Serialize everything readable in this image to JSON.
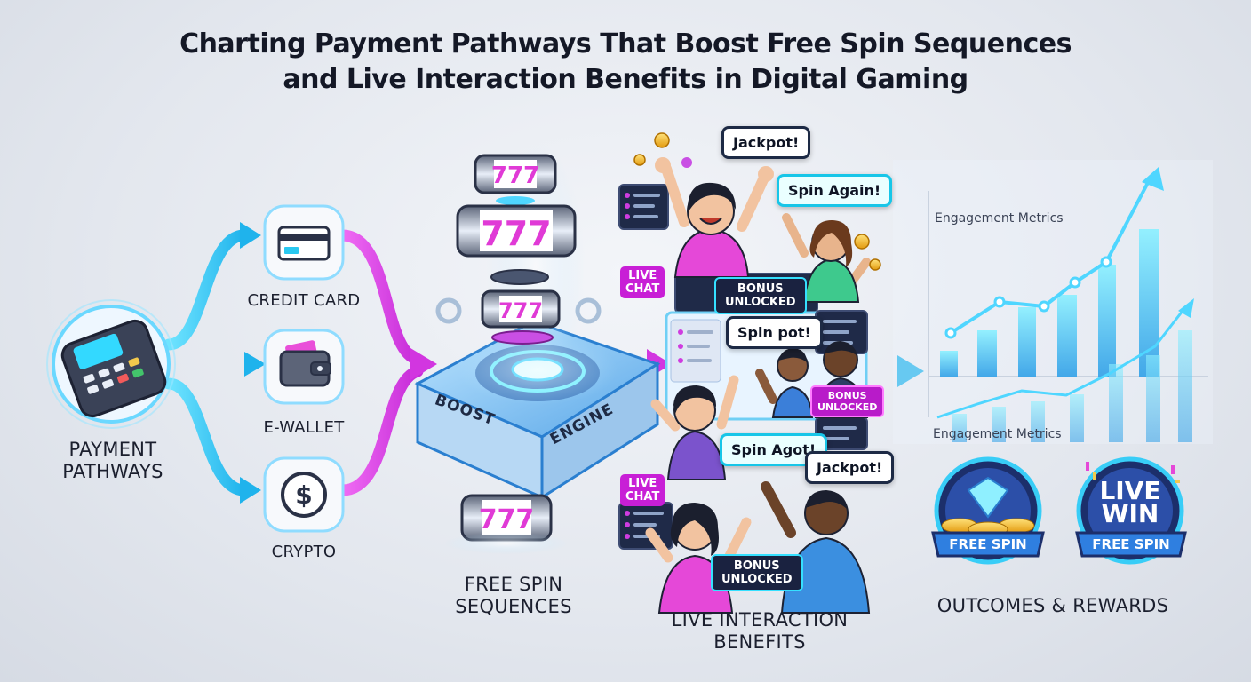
{
  "title": {
    "line1": "Charting Payment Pathways That Boost Free Spin Sequences",
    "line2": "and Live Interaction Benefits in Digital Gaming"
  },
  "payment": {
    "label_line1": "PAYMENT",
    "label_line2": "PATHWAYS",
    "methods": [
      {
        "label": "CREDIT CARD",
        "icon": "credit-card-icon"
      },
      {
        "label": "E-WALLET",
        "icon": "wallet-icon"
      },
      {
        "label": "CRYPTO",
        "icon": "dollar-coin-icon"
      }
    ]
  },
  "engine": {
    "word1": "BOOST",
    "word2": "ENGINE",
    "reel_symbols": "777"
  },
  "free_spin": {
    "label_line1": "FREE SPIN",
    "label_line2": "SEQUENCES"
  },
  "live": {
    "label_line1": "LIVE INTERACTION",
    "label_line2": "BENEFITS",
    "bubbles": {
      "jackpot_top": "Jackpot!",
      "spin_again": "Spin Again!",
      "spin_pot": "Spin pot!",
      "spin_agot": "Spin Agot!",
      "jackpot_bottom": "Jackpot!"
    },
    "live_chat_top_line1": "LIVE",
    "live_chat_top_line2": "CHAT",
    "live_chat_bottom_line1": "LIVE",
    "live_chat_bottom_line2": "CHAT",
    "bonus_1_line1": "BONUS",
    "bonus_1_line2": "UNLOCKED",
    "bonus_2_line1": "BONUS",
    "bonus_2_line2": "UNLOCKED",
    "bonus_3_line1": "BONUS",
    "bonus_3_line2": "UNLOCKED"
  },
  "outcomes": {
    "metric_top": "Engagement Metrics",
    "metric_bottom": "Engagement Metrics",
    "label": "OUTCOMES & REWARDS",
    "badge_left": "FREE SPIN",
    "badge_right_line1": "LIVE",
    "badge_right_line2": "WIN",
    "badge_right_ribbon": "FREE SPIN"
  },
  "colors": {
    "cyan": "#29c8f0",
    "magenta": "#e040e8",
    "dark": "#1a2240"
  }
}
